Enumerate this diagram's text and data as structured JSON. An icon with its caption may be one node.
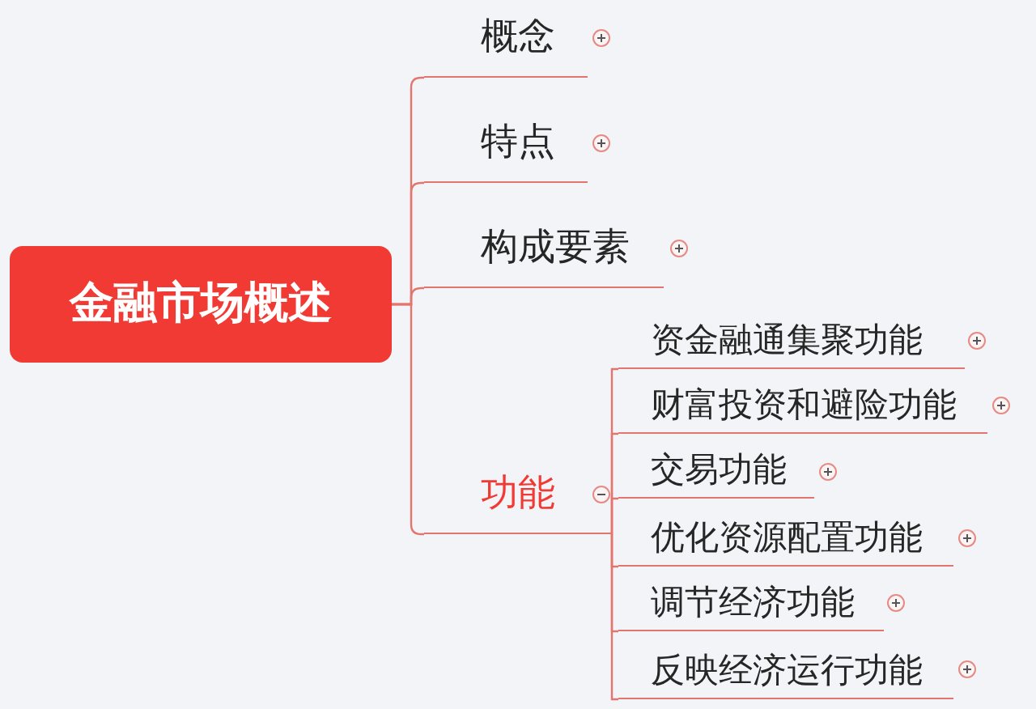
{
  "diagram": {
    "nodes": [
      {
        "text": [
          "金融市场概述"
        ]
      },
      {
        "text": [
          "概念"
        ]
      },
      {
        "text": [
          "特点"
        ]
      },
      {
        "text": [
          "构成要素"
        ]
      },
      {
        "text": [
          "功能"
        ]
      },
      {
        "text": [
          "资金融通集聚功能"
        ]
      },
      {
        "text": [
          "财富投资和避险功能"
        ]
      },
      {
        "text": [
          "交易功能"
        ]
      },
      {
        "text": [
          "优化资源配置功能"
        ]
      },
      {
        "text": [
          "调节经济功能"
        ]
      },
      {
        "text": [
          "反映经济运行功能"
        ]
      }
    ],
    "edges": [
      {
        "from": 0,
        "to": 1,
        "arrow": "none"
      },
      {
        "from": 0,
        "to": 2,
        "arrow": "none"
      },
      {
        "from": 0,
        "to": 3,
        "arrow": "none"
      },
      {
        "from": 0,
        "to": 4,
        "arrow": "none"
      },
      {
        "from": 4,
        "to": 5,
        "arrow": "none"
      },
      {
        "from": 4,
        "to": 6,
        "arrow": "none"
      },
      {
        "from": 4,
        "to": 7,
        "arrow": "none"
      },
      {
        "from": 4,
        "to": 8,
        "arrow": "none"
      },
      {
        "from": 4,
        "to": 9,
        "arrow": "none"
      },
      {
        "from": 4,
        "to": 10,
        "arrow": "none"
      }
    ]
  }
}
